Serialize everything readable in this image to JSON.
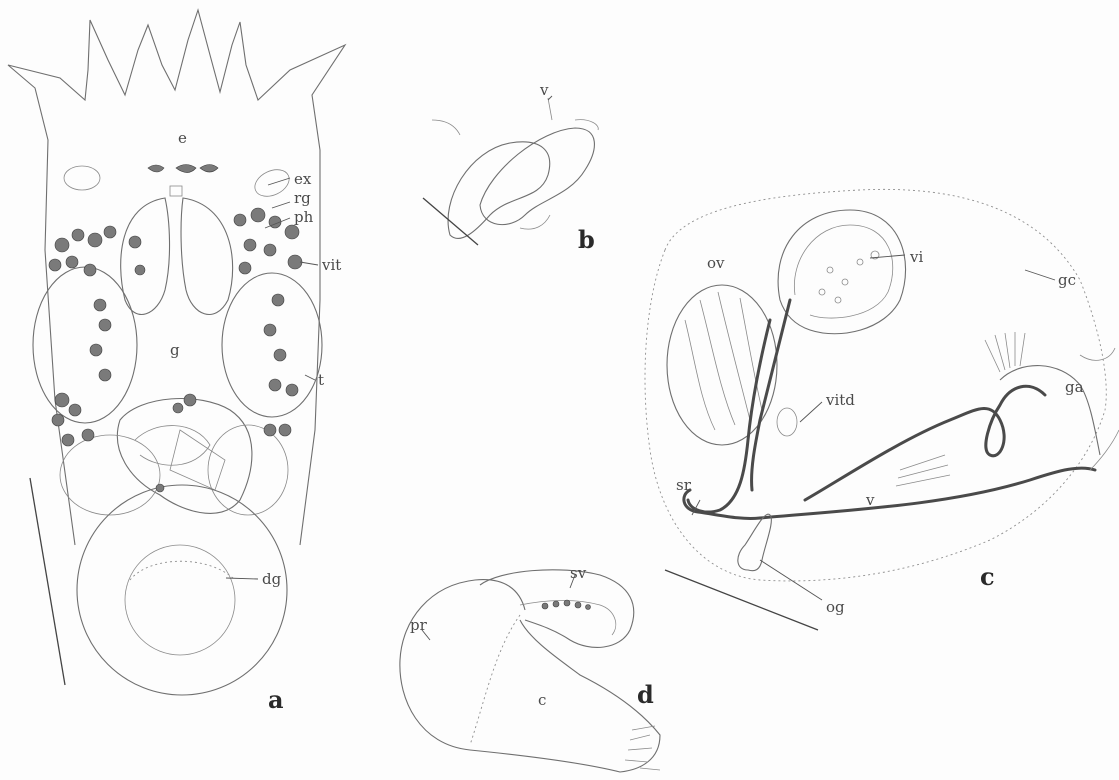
{
  "panels": {
    "a": {
      "label": "a",
      "structures": {
        "e": "e",
        "ex": "ex",
        "rg": "rg",
        "ph": "ph",
        "vit": "vit",
        "g": "g",
        "t": "t",
        "dg": "dg"
      }
    },
    "b": {
      "label": "b",
      "structures": {
        "v": "v"
      }
    },
    "c": {
      "label": "c",
      "structures": {
        "ov": "ov",
        "vi": "vi",
        "gc": "gc",
        "vitd": "vitd",
        "ga": "ga",
        "sr": "sr",
        "v": "v",
        "og": "og"
      }
    },
    "d": {
      "label": "d",
      "structures": {
        "sv": "sv",
        "pr": "pr",
        "c": "c"
      }
    }
  },
  "colors": {
    "line": "#6f6f6f",
    "granule": "#7a7a7a",
    "label": "#4a4a4a"
  }
}
